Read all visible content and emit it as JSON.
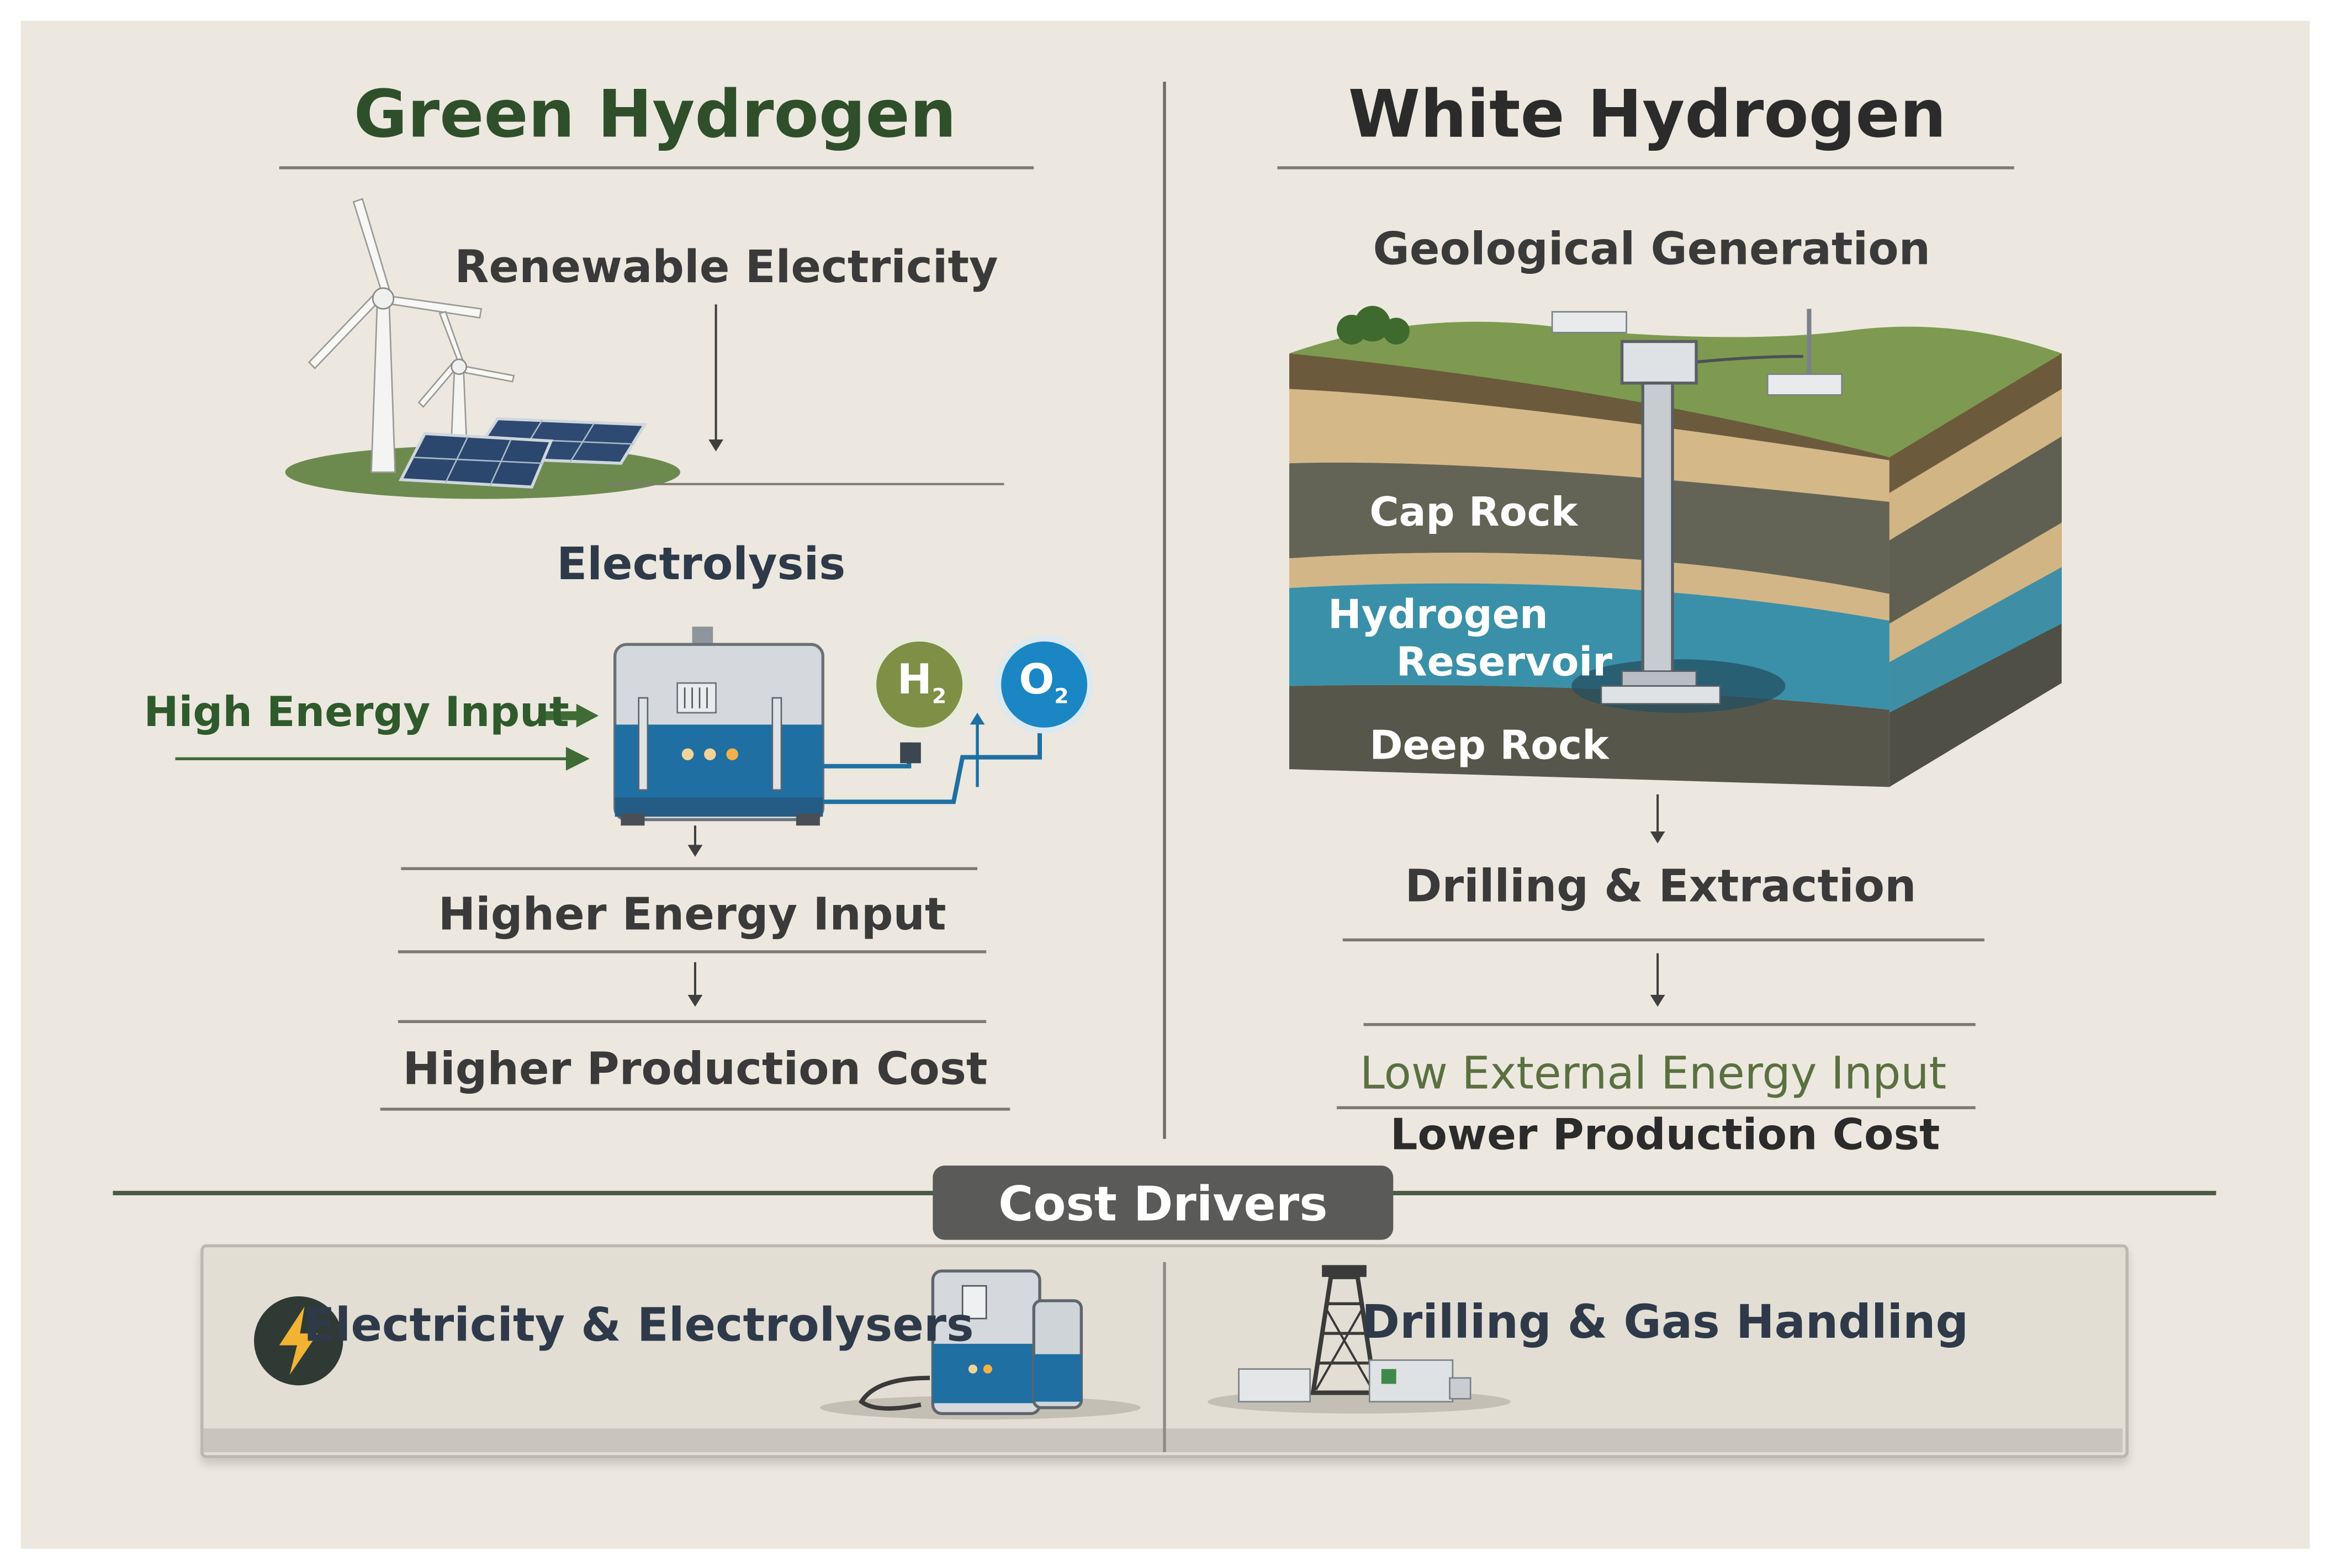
{
  "green": {
    "title": "Green Hydrogen",
    "source_label": "Renewable Electricity",
    "process_label": "Electrolysis",
    "input_label": "High Energy Input",
    "h2_label": "H",
    "h2_sub": "2",
    "o2_label": "O",
    "o2_sub": "2",
    "result_energy": "Higher Energy Input",
    "result_cost": "Higher Production Cost"
  },
  "white": {
    "title": "White Hydrogen",
    "source_label": "Geological Generation",
    "layers": {
      "cap_rock": "Cap Rock",
      "reservoir_line1": "Hydrogen",
      "reservoir_line2": "Reservoir",
      "deep_rock": "Deep Rock"
    },
    "process_label": "Drilling & Extraction",
    "result_energy": "Low External Energy Input",
    "result_cost": "Lower Production Cost"
  },
  "cost_drivers": {
    "heading": "Cost Drivers",
    "green_driver": "Electricity & Electrolysers",
    "white_driver": "Drilling & Gas Handling"
  },
  "colors": {
    "background": "#ece8df",
    "green_title": "#2f4f2a",
    "white_title": "#2b2b2b",
    "accent_green": "#3f6b35",
    "h2_badge": "#7f8f46",
    "o2_badge": "#1a86c4",
    "water_blue": "#1f6fa3",
    "badge_dark": "#5a5a58"
  },
  "icons": [
    "wind-turbine-icon",
    "solar-panel-icon",
    "electrolyser-icon",
    "h2-bubble-icon",
    "o2-bubble-icon",
    "drilling-well-icon",
    "lightning-icon",
    "drilling-rig-icon"
  ]
}
